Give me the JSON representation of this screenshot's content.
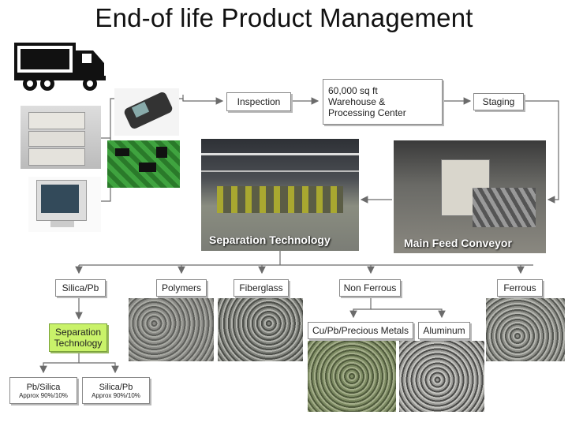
{
  "title": "End-of life Product Management",
  "nodes": {
    "inspection": "Inspection",
    "warehouse": [
      "60,000 sq ft",
      "Warehouse &",
      "Processing Center"
    ],
    "staging": "Staging",
    "separation_photo_caption": "Separation Technology",
    "main_feed_caption": "Main Feed Conveyor",
    "silica_pb": "Silica/Pb",
    "polymers": "Polymers",
    "fiberglass": "Fiberglass",
    "non_ferrous": "Non Ferrous",
    "ferrous": "Ferrous",
    "separation_technology": [
      "Separation",
      "Technology"
    ],
    "cu_pb_precious": "Cu/Pb/Precious Metals",
    "aluminum": "Aluminum",
    "pb_silica": {
      "label": "Pb/Silica",
      "note": "Approx 90%/10%"
    },
    "silica_pb_out": {
      "label": "Silica/Pb",
      "note": "Approx 90%/10%"
    }
  },
  "colors": {
    "arrow": "#6b6b6b",
    "highlight": "#c9f26a"
  }
}
